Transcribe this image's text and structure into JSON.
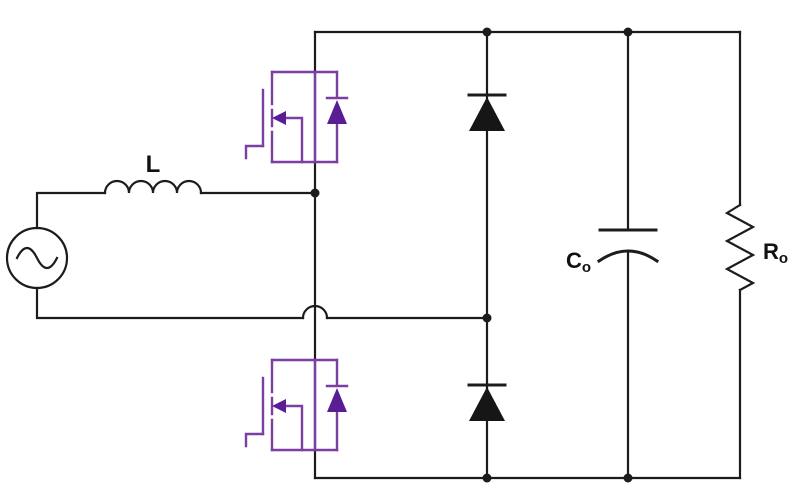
{
  "colors": {
    "background": "#ffffff",
    "wire": "#1c1c1c",
    "mosfet_stroke": "#7b3fa4",
    "mosfet_fill": "#5a1d96",
    "diode_fill": "#161616",
    "label": "#111111"
  },
  "labels": {
    "inductor": "L",
    "capacitor": {
      "symbol": "C",
      "subscript": "o"
    },
    "resistor": {
      "symbol": "R",
      "subscript": "o"
    }
  },
  "components": [
    {
      "id": "ac-source",
      "type": "ac-voltage-source",
      "label": ""
    },
    {
      "id": "inductor",
      "type": "inductor",
      "label": "L"
    },
    {
      "id": "high-side-mosfet",
      "type": "n-mosfet-with-body-diode",
      "label": ""
    },
    {
      "id": "low-side-mosfet",
      "type": "n-mosfet-with-body-diode",
      "label": ""
    },
    {
      "id": "rectifier-diode-top",
      "type": "diode",
      "label": ""
    },
    {
      "id": "rectifier-diode-bottom",
      "type": "diode",
      "label": ""
    },
    {
      "id": "output-capacitor",
      "type": "capacitor",
      "label": "Co"
    },
    {
      "id": "load-resistor",
      "type": "resistor",
      "label": "Ro"
    }
  ]
}
